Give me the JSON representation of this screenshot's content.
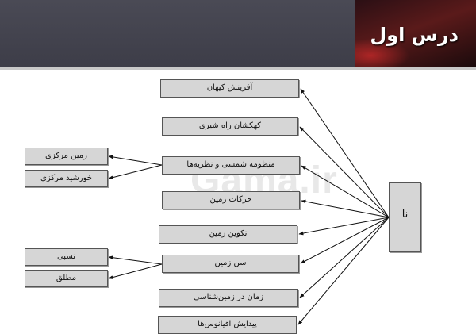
{
  "header": {
    "title": "درس اول"
  },
  "root": {
    "label": "نا"
  },
  "topics": [
    {
      "label": "آفرینش کیهان"
    },
    {
      "label": "کهکشان راه شیری"
    },
    {
      "label": "منظومه شمسی و نظریه‌ها"
    },
    {
      "label": "حرکات زمین"
    },
    {
      "label": "تکوین زمین"
    },
    {
      "label": "سن زمین"
    },
    {
      "label": "زمان در زمین‌شناسی"
    },
    {
      "label": "پیدایش اقیانوس‌ها"
    }
  ],
  "theories": [
    {
      "label": "زمین مرکزی"
    },
    {
      "label": "خورشید مرکزی"
    }
  ],
  "ages": [
    {
      "label": "نسبی"
    },
    {
      "label": "مطلق"
    }
  ],
  "watermark": "Gama.ir"
}
